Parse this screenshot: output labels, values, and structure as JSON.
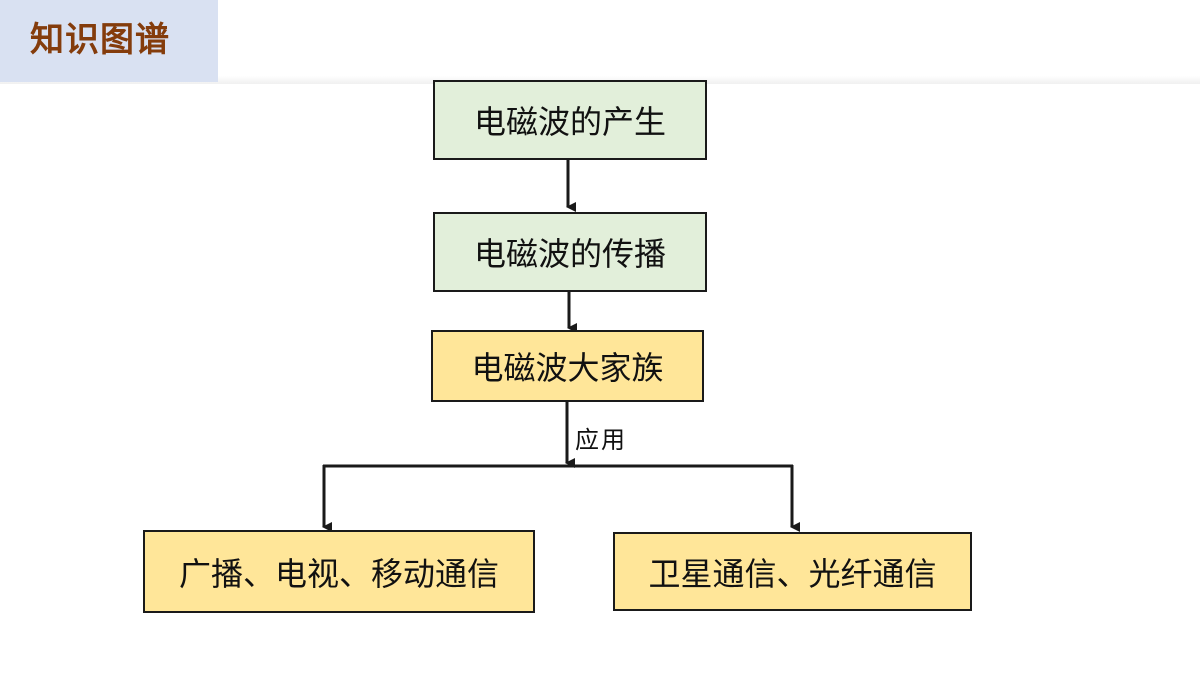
{
  "slide": {
    "title": "知识图谱"
  },
  "diagram": {
    "nodes": {
      "generation": "电磁波的产生",
      "propagation": "电磁波的传播",
      "family": "电磁波大家族",
      "app_left": "广播、电视、移动通信",
      "app_right": "卫星通信、光纤通信"
    },
    "edge_labels": {
      "application": "应用"
    },
    "colors": {
      "title_text": "#843c0c",
      "title_tab": "#d9e1f2",
      "node_green": "#e2efda",
      "node_yellow": "#ffe699",
      "stroke": "#1a1a1a"
    }
  }
}
